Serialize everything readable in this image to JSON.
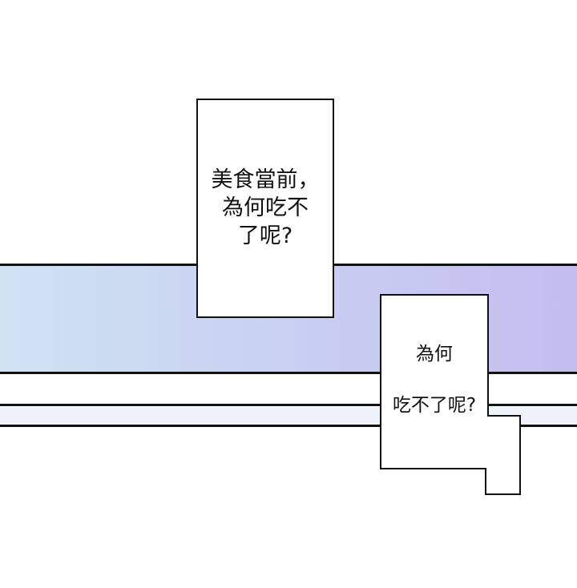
{
  "scene": {
    "background_color": "#ffffff",
    "band_gradient_start": "#cfe3f3",
    "band_gradient_end": "#c3bdf0",
    "strip_color": "#eef2fb",
    "line_color": "#111111"
  },
  "captions": {
    "first": {
      "line1": "美食當前，",
      "line2": "為何吃不",
      "line3": "了呢?"
    },
    "second": {
      "line1": "為何",
      "line2": "吃不了呢?"
    }
  }
}
